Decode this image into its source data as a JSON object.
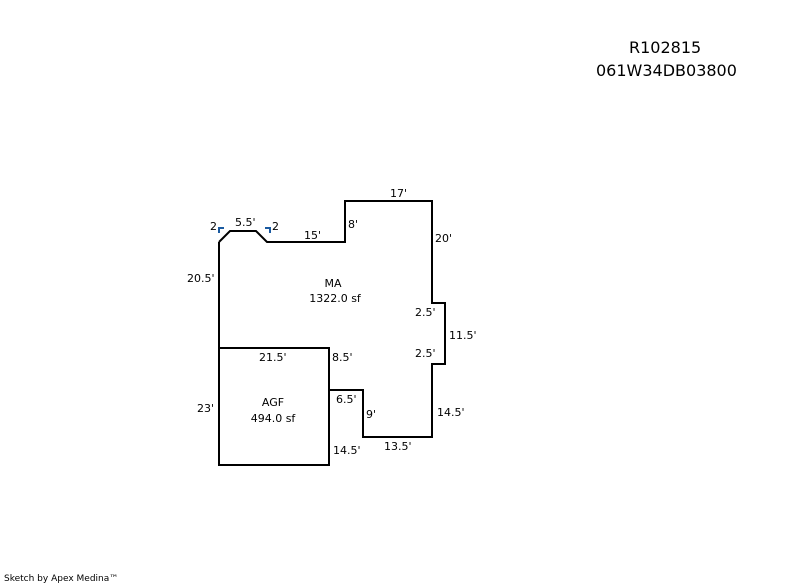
{
  "header": {
    "parcel_id": "R102815",
    "map_number": "061W34DB03800"
  },
  "areas": [
    {
      "code": "MA",
      "size": "1322.0 sf"
    },
    {
      "code": "AGF",
      "size": "494.0 sf"
    }
  ],
  "dimensions": [
    "2",
    "5.5'",
    "2",
    "15'",
    "8'",
    "17'",
    "20'",
    "20.5'",
    "2.5'",
    "11.5'",
    "2.5'",
    "21.5'",
    "8.5'",
    "23'",
    "6.5'",
    "9'",
    "14.5'",
    "13.5'",
    "14.5'"
  ],
  "footer": "Sketch by Apex Medina™",
  "colors": {
    "lines": "#000000",
    "corner_markers": "#1a5aa0"
  }
}
